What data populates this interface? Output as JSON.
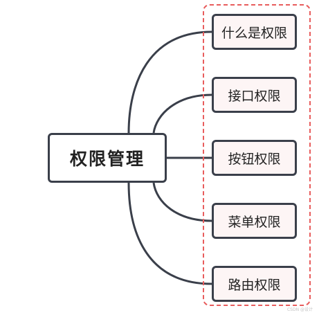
{
  "root": {
    "label": "权限管理"
  },
  "children": [
    {
      "label": "什么是权限"
    },
    {
      "label": "接口权限"
    },
    {
      "label": "按钮权限"
    },
    {
      "label": "菜单权限"
    },
    {
      "label": "路由权限"
    }
  ],
  "watermark": "CSDN @设计",
  "colors": {
    "node_border": "#3a3f4a",
    "connector": "#3a3f4a",
    "group_border": "#e85c5c",
    "child_fill": "#fdf5f5"
  }
}
